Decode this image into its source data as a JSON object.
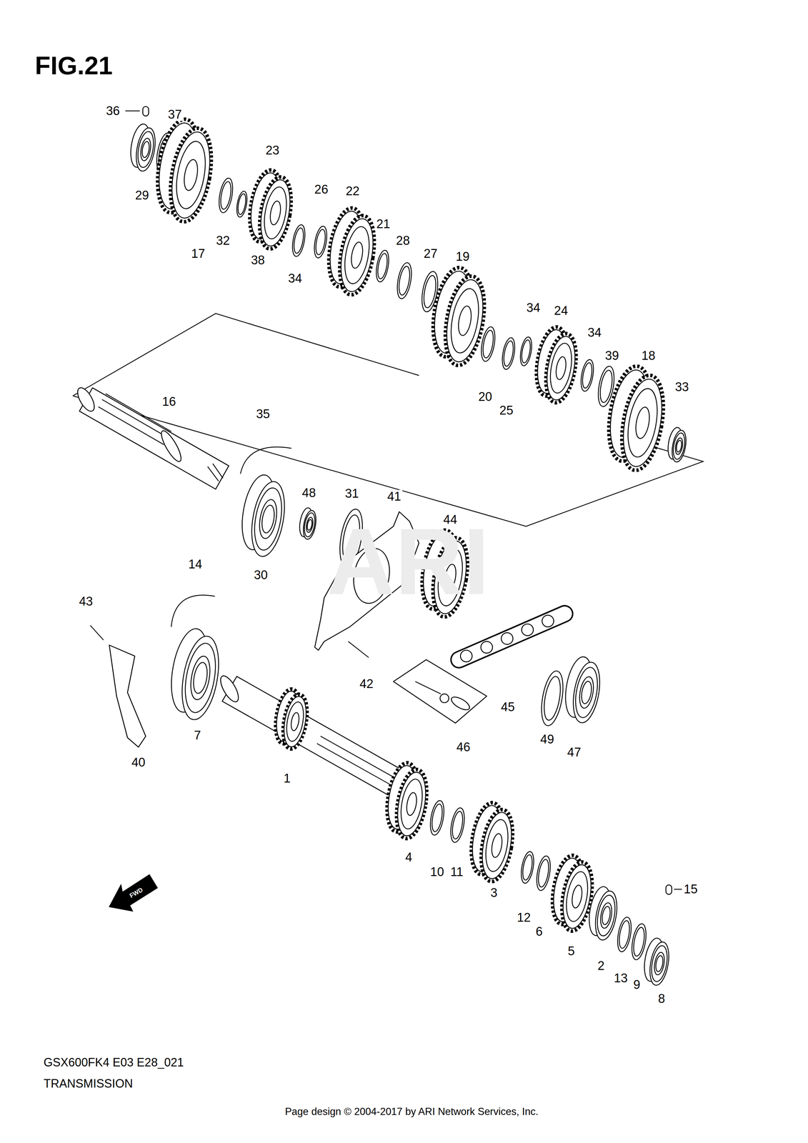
{
  "diagram": {
    "title": "FIG.21",
    "labels": [
      "36",
      "37",
      "23",
      "26",
      "22",
      "29",
      "21",
      "28",
      "32",
      "17",
      "27",
      "19",
      "38",
      "34",
      "34",
      "24",
      "34",
      "39",
      "18",
      "33",
      "20",
      "16",
      "25",
      "35",
      "48",
      "31",
      "41",
      "44",
      "ARI",
      "14",
      "30",
      "43",
      "42",
      "45",
      "7",
      "49",
      "46",
      "47",
      "40",
      "1",
      "4",
      "10",
      "11",
      "15",
      "FWD",
      "3",
      "12",
      "6",
      "5",
      "2",
      "13",
      "9",
      "8",
      "GSX600FK4 E03 E28_021",
      "TRANSMISSION",
      "Page design © 2004-2017 by ARI Network Services, Inc."
    ]
  }
}
